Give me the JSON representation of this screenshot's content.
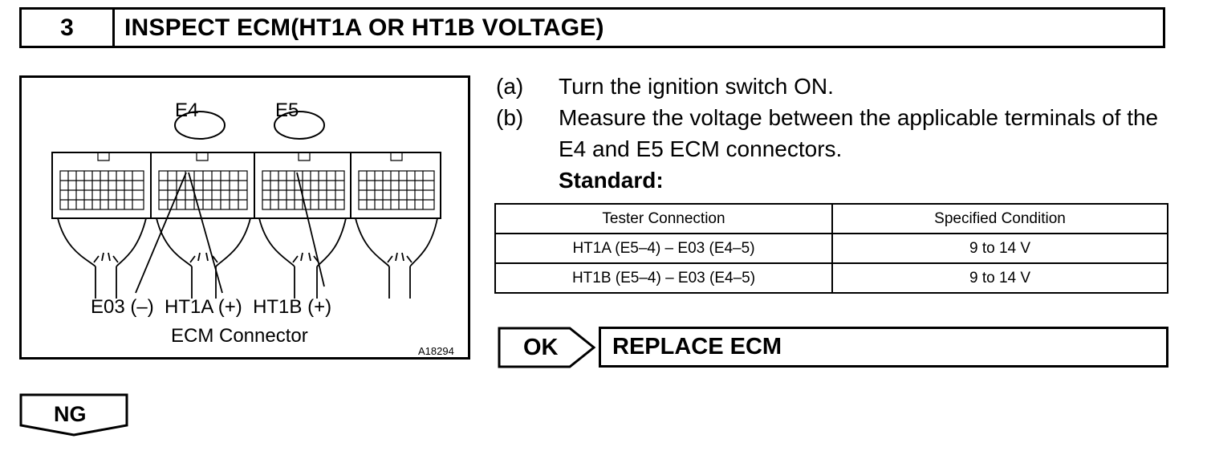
{
  "header": {
    "step_number": "3",
    "title": "INSPECT ECM(HT1A OR HT1B VOLTAGE)"
  },
  "figure": {
    "connector_e4": "E4",
    "connector_e5": "E5",
    "terminal_labels": "E03 (–)  HT1A (+)  HT1B (+)",
    "caption": "ECM Connector",
    "figure_id": "A18294"
  },
  "instructions": [
    {
      "label": "(a)",
      "text": "Turn the ignition switch ON."
    },
    {
      "label": "(b)",
      "text": "Measure the voltage between the applicable terminals of the E4 and E5 ECM connectors."
    }
  ],
  "standard_label": "Standard:",
  "spec_table": {
    "headers": [
      "Tester Connection",
      "Specified Condition"
    ],
    "rows": [
      [
        "HT1A (E5–4) – E03 (E4–5)",
        "9 to 14 V"
      ],
      [
        "HT1B (E5–4) – E03 (E4–5)",
        "9 to 14 V"
      ]
    ]
  },
  "ok_result": {
    "label": "OK",
    "action": "REPLACE ECM"
  },
  "ng_result": {
    "label": "NG"
  }
}
